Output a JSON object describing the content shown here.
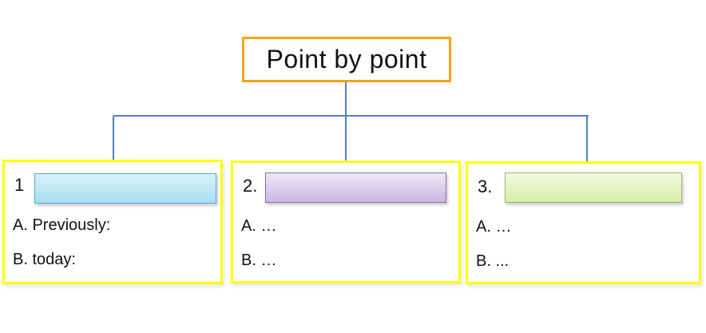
{
  "title": {
    "label": "Point by point"
  },
  "colors": {
    "background": "#ffffff",
    "title_border": "#f2a512",
    "branch_border": "#ffff00",
    "connector": "#4f81bd",
    "text": "#111111"
  },
  "branches": [
    {
      "number": "1",
      "item_a": "A. Previously:",
      "item_b": "B. today:",
      "bar_color_top": "#d9f1fa",
      "bar_color_bottom": "#a6dff2",
      "bar_border": "#5aa7c9"
    },
    {
      "number": "2.",
      "item_a": "A. …",
      "item_b": "B. …",
      "bar_color_top": "#efe9f7",
      "bar_color_bottom": "#c9b6e3",
      "bar_border": "#8471a6"
    },
    {
      "number": "3.",
      "item_a": "A. …",
      "item_b": "B. ...",
      "bar_color_top": "#f3fae3",
      "bar_color_bottom": "#d8edaa",
      "bar_border": "#9db45f"
    }
  ]
}
